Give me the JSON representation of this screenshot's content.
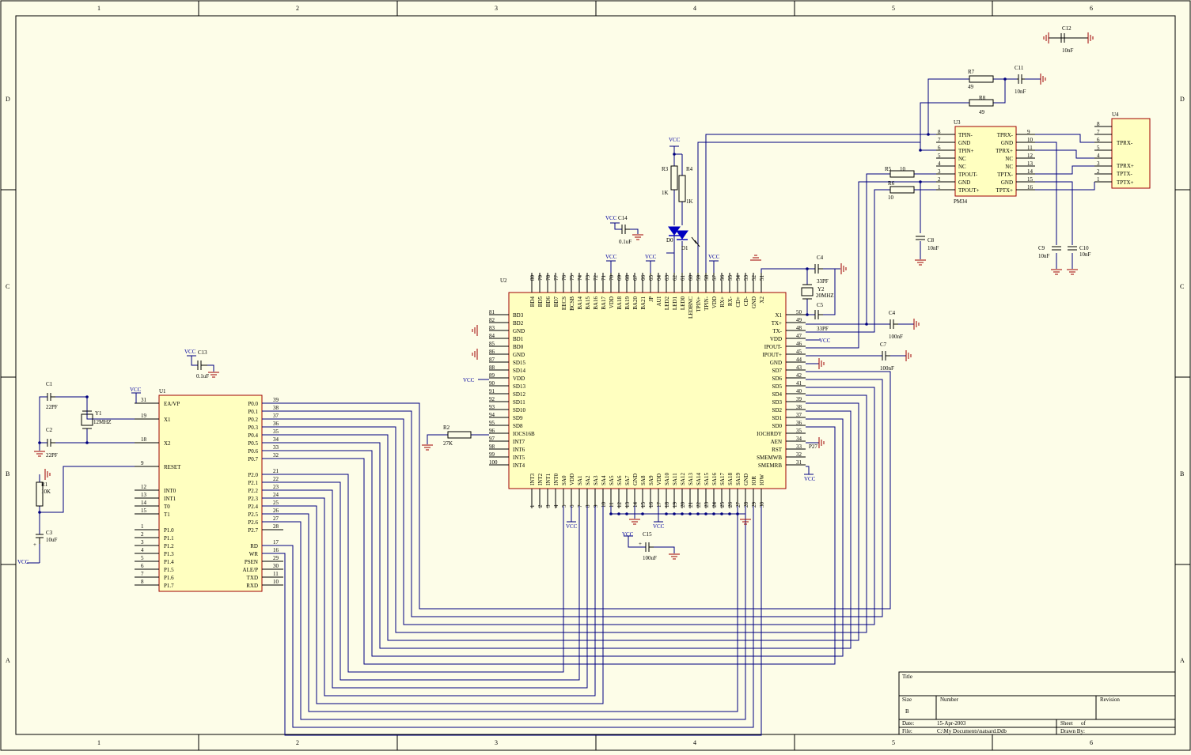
{
  "sheet": {
    "col_labels": [
      "1",
      "2",
      "3",
      "4",
      "5",
      "6"
    ],
    "row_labels": [
      "D",
      "C",
      "B",
      "A"
    ]
  },
  "title_block": {
    "title_label": "Title",
    "size_label": "Size",
    "size_value": "B",
    "number_label": "Number",
    "revision_label": "Revision",
    "date_label": "Date:",
    "date_value": "15-Apr-2003",
    "sheet_label": "Sheet",
    "of_label": "of",
    "file_label": "File:",
    "file_value": "C:\\My Documents\\natsard.Ddb",
    "drawn_label": "Drawn By:"
  },
  "u1": {
    "ref": "U1",
    "left_pins": [
      {
        "num": "31",
        "name": "EA/VP"
      },
      {
        "num": "19",
        "name": "X1"
      },
      {
        "num": "18",
        "name": "X2"
      },
      {
        "num": "9",
        "name": "RESET"
      },
      {
        "num": "12",
        "name": "INT0"
      },
      {
        "num": "13",
        "name": "INT1"
      },
      {
        "num": "14",
        "name": "T0"
      },
      {
        "num": "15",
        "name": "T1"
      },
      {
        "num": "1",
        "name": "P1.0"
      },
      {
        "num": "2",
        "name": "P1.1"
      },
      {
        "num": "3",
        "name": "P1.2"
      },
      {
        "num": "4",
        "name": "P1.3"
      },
      {
        "num": "5",
        "name": "P1.4"
      },
      {
        "num": "6",
        "name": "P1.5"
      },
      {
        "num": "7",
        "name": "P1.6"
      },
      {
        "num": "8",
        "name": "P1.7"
      }
    ],
    "right_pins": [
      {
        "num": "39",
        "name": "P0.0"
      },
      {
        "num": "38",
        "name": "P0.1"
      },
      {
        "num": "37",
        "name": "P0.2"
      },
      {
        "num": "36",
        "name": "P0.3"
      },
      {
        "num": "35",
        "name": "P0.4"
      },
      {
        "num": "34",
        "name": "P0.5"
      },
      {
        "num": "33",
        "name": "P0.6"
      },
      {
        "num": "32",
        "name": "P0.7"
      },
      {
        "num": "21",
        "name": "P2.0"
      },
      {
        "num": "22",
        "name": "P2.1"
      },
      {
        "num": "23",
        "name": "P2.2"
      },
      {
        "num": "24",
        "name": "P2.3"
      },
      {
        "num": "25",
        "name": "P2.4"
      },
      {
        "num": "26",
        "name": "P2.5"
      },
      {
        "num": "27",
        "name": "P2.6"
      },
      {
        "num": "28",
        "name": "P2.7"
      },
      {
        "num": "17",
        "name": "RD"
      },
      {
        "num": "16",
        "name": "WR"
      },
      {
        "num": "29",
        "name": "PSEN"
      },
      {
        "num": "30",
        "name": "ALE/P"
      },
      {
        "num": "11",
        "name": "TXD"
      },
      {
        "num": "10",
        "name": "RXD"
      }
    ]
  },
  "u2": {
    "ref": "U2",
    "left_pins": [
      {
        "num": "81",
        "name": "BD3"
      },
      {
        "num": "82",
        "name": "BD2"
      },
      {
        "num": "83",
        "name": "GND"
      },
      {
        "num": "84",
        "name": "BD1"
      },
      {
        "num": "85",
        "name": "BD0"
      },
      {
        "num": "86",
        "name": "GND"
      },
      {
        "num": "87",
        "name": "SD15"
      },
      {
        "num": "88",
        "name": "SD14"
      },
      {
        "num": "89",
        "name": "VDD"
      },
      {
        "num": "90",
        "name": "SD13"
      },
      {
        "num": "91",
        "name": "SD12"
      },
      {
        "num": "92",
        "name": "SD11"
      },
      {
        "num": "93",
        "name": "SD10"
      },
      {
        "num": "94",
        "name": "SD9"
      },
      {
        "num": "95",
        "name": "SD8"
      },
      {
        "num": "96",
        "name": "IOCS16B"
      },
      {
        "num": "97",
        "name": "INT7"
      },
      {
        "num": "98",
        "name": "INT6"
      },
      {
        "num": "99",
        "name": "INT5"
      },
      {
        "num": "100",
        "name": "INT4"
      }
    ],
    "right_pins": [
      {
        "num": "50",
        "name": "X1"
      },
      {
        "num": "49",
        "name": "TX+"
      },
      {
        "num": "48",
        "name": "TX-"
      },
      {
        "num": "47",
        "name": "VDD"
      },
      {
        "num": "46",
        "name": "IPOUT-"
      },
      {
        "num": "45",
        "name": "IPOUT+"
      },
      {
        "num": "44",
        "name": "GND"
      },
      {
        "num": "43",
        "name": "SD7"
      },
      {
        "num": "42",
        "name": "SD6"
      },
      {
        "num": "41",
        "name": "SD5"
      },
      {
        "num": "40",
        "name": "SD4"
      },
      {
        "num": "39",
        "name": "SD3"
      },
      {
        "num": "38",
        "name": "SD2"
      },
      {
        "num": "37",
        "name": "SD1"
      },
      {
        "num": "36",
        "name": "SD0"
      },
      {
        "num": "35",
        "name": "IOCHRDY"
      },
      {
        "num": "34",
        "name": "AEN"
      },
      {
        "num": "33",
        "name": "RST"
      },
      {
        "num": "32",
        "name": "SMEMWB"
      },
      {
        "num": "31",
        "name": "SMEMRB"
      }
    ],
    "top_pins": [
      {
        "num": "80",
        "name": "BD4"
      },
      {
        "num": "79",
        "name": "BD5"
      },
      {
        "num": "78",
        "name": "BD6"
      },
      {
        "num": "77",
        "name": "BD7"
      },
      {
        "num": "76",
        "name": "EECS"
      },
      {
        "num": "75",
        "name": "BCSB"
      },
      {
        "num": "74",
        "name": "BA14"
      },
      {
        "num": "73",
        "name": "BA15"
      },
      {
        "num": "72",
        "name": "BA16"
      },
      {
        "num": "71",
        "name": "BA17"
      },
      {
        "num": "70",
        "name": "VDD"
      },
      {
        "num": "69",
        "name": "BA18"
      },
      {
        "num": "68",
        "name": "BA19"
      },
      {
        "num": "67",
        "name": "BA20"
      },
      {
        "num": "66",
        "name": "BA21"
      },
      {
        "num": "65",
        "name": "JP"
      },
      {
        "num": "64",
        "name": "AUI"
      },
      {
        "num": "63",
        "name": "LED2"
      },
      {
        "num": "62",
        "name": "LED1"
      },
      {
        "num": "61",
        "name": "LED0"
      },
      {
        "num": "60",
        "name": "LEDBNC"
      },
      {
        "num": "59",
        "name": "TPIN+"
      },
      {
        "num": "58",
        "name": "TPIN-"
      },
      {
        "num": "57",
        "name": "VDD"
      },
      {
        "num": "56",
        "name": "RX+"
      },
      {
        "num": "55",
        "name": "RX-"
      },
      {
        "num": "54",
        "name": "CD+"
      },
      {
        "num": "53",
        "name": "CD-"
      },
      {
        "num": "52",
        "name": "GND"
      },
      {
        "num": "51",
        "name": "X2"
      }
    ],
    "bottom_pins": [
      {
        "num": "1",
        "name": "INT3"
      },
      {
        "num": "2",
        "name": "INT2"
      },
      {
        "num": "3",
        "name": "INT1"
      },
      {
        "num": "4",
        "name": "INT0"
      },
      {
        "num": "5",
        "name": "SA0"
      },
      {
        "num": "6",
        "name": "VDD"
      },
      {
        "num": "7",
        "name": "SA1"
      },
      {
        "num": "8",
        "name": "SA2"
      },
      {
        "num": "9",
        "name": "SA3"
      },
      {
        "num": "10",
        "name": "SA4"
      },
      {
        "num": "11",
        "name": "SA5"
      },
      {
        "num": "12",
        "name": "SA6"
      },
      {
        "num": "13",
        "name": "SA7"
      },
      {
        "num": "14",
        "name": "GND"
      },
      {
        "num": "15",
        "name": "SA8"
      },
      {
        "num": "16",
        "name": "SA9"
      },
      {
        "num": "17",
        "name": "VDD"
      },
      {
        "num": "18",
        "name": "SA10"
      },
      {
        "num": "19",
        "name": "SA11"
      },
      {
        "num": "20",
        "name": "SA12"
      },
      {
        "num": "21",
        "name": "SA13"
      },
      {
        "num": "22",
        "name": "SA14"
      },
      {
        "num": "23",
        "name": "SA15"
      },
      {
        "num": "24",
        "name": "SA16"
      },
      {
        "num": "25",
        "name": "SA17"
      },
      {
        "num": "26",
        "name": "SA18"
      },
      {
        "num": "27",
        "name": "SA19"
      },
      {
        "num": "28",
        "name": "GND"
      },
      {
        "num": "29",
        "name": "IOR"
      },
      {
        "num": "30",
        "name": "IOW"
      }
    ]
  },
  "u3": {
    "ref": "U3",
    "part": "PM34",
    "left_pins": [
      {
        "num": "8",
        "name": "TPIN-"
      },
      {
        "num": "7",
        "name": "GND"
      },
      {
        "num": "6",
        "name": "TPIN+"
      },
      {
        "num": "5",
        "name": "NC"
      },
      {
        "num": "4",
        "name": "NC"
      },
      {
        "num": "3",
        "name": "TPOUT-"
      },
      {
        "num": "2",
        "name": "GND"
      },
      {
        "num": "1",
        "name": "TPOUT+"
      }
    ],
    "right_pins": [
      {
        "num": "9",
        "name": "TPRX-"
      },
      {
        "num": "10",
        "name": "GND"
      },
      {
        "num": "11",
        "name": "TPRX+"
      },
      {
        "num": "12",
        "name": "NC"
      },
      {
        "num": "13",
        "name": "NC"
      },
      {
        "num": "14",
        "name": "TPTX-"
      },
      {
        "num": "15",
        "name": "GND"
      },
      {
        "num": "16",
        "name": "TPTX+"
      }
    ]
  },
  "u4": {
    "ref": "U4",
    "pin_nums": [
      "8",
      "7",
      "6",
      "5",
      "4",
      "3",
      "2",
      "1"
    ],
    "labels": [
      "TPRX-",
      "TPRX+",
      "TPTX-",
      "TPTX+"
    ]
  },
  "components": {
    "c1": {
      "ref": "C1",
      "value": "22PF"
    },
    "c2": {
      "ref": "C2",
      "value": "22PF"
    },
    "c3": {
      "ref": "C3",
      "value": "10uF"
    },
    "y1": {
      "ref": "Y1",
      "value": "12MHZ"
    },
    "r1": {
      "ref": "R1",
      "value": "10K"
    },
    "c13": {
      "ref": "C13",
      "value": "0.1uF"
    },
    "r2": {
      "ref": "R2",
      "value": "27K"
    },
    "c14": {
      "ref": "C14",
      "value": "0.1uF"
    },
    "r3": {
      "ref": "R3",
      "value": "1K"
    },
    "r4": {
      "ref": "R4",
      "value": "1K"
    },
    "d0": {
      "ref": "D0"
    },
    "d1": {
      "ref": "D1"
    },
    "c4a": {
      "ref": "C4",
      "value": "33PF"
    },
    "y2": {
      "ref": "Y2",
      "value": "20MHZ"
    },
    "c5": {
      "ref": "C5",
      "value": "33PF"
    },
    "c4b": {
      "ref": "C4",
      "value": "100nF"
    },
    "c7": {
      "ref": "C7",
      "value": "100nF"
    },
    "c15": {
      "ref": "C15",
      "value": "100uF"
    },
    "r5": {
      "ref": "R5",
      "value": "10"
    },
    "r6": {
      "ref": "R6",
      "value": "10"
    },
    "r7": {
      "ref": "R7",
      "value": "49"
    },
    "r8": {
      "ref": "R8",
      "value": "49"
    },
    "c8": {
      "ref": "C8",
      "value": "10nF"
    },
    "c9": {
      "ref": "C9",
      "value": "10nF"
    },
    "c10": {
      "ref": "C10",
      "value": "10nF"
    },
    "c11": {
      "ref": "C11",
      "value": "10nF"
    },
    "c12": {
      "ref": "C12",
      "value": "10nF"
    },
    "p27": {
      "ref": "P27"
    }
  },
  "vcc_label": "VCC",
  "plus_sign": "+"
}
